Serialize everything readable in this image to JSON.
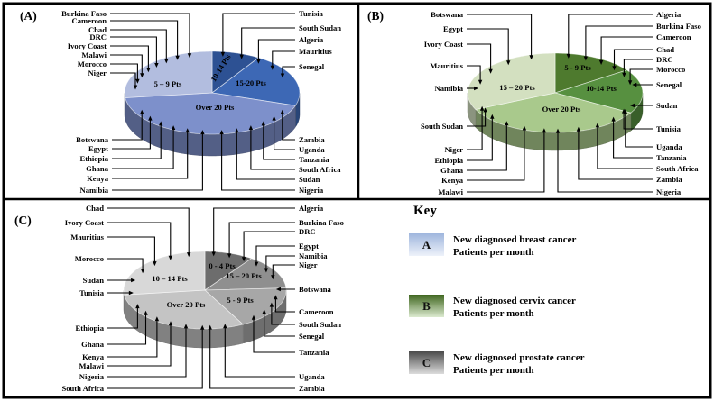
{
  "figure": {
    "panels": [
      {
        "tag": "(A)",
        "slices": [
          {
            "label": "10-14 Pts",
            "percent": 8.9,
            "color": "#2d5193"
          },
          {
            "label": "15-20 Pts",
            "percent": 21.1,
            "color": "#3d68b5"
          },
          {
            "label": "Over 20 Pts",
            "percent": 43.1,
            "color": "#7d90cb"
          },
          {
            "label": "5 – 9 Pts",
            "percent": 26.9,
            "color": "#b2bddf"
          }
        ],
        "groups": [
          {
            "labels": [
              "Burkina Faso",
              "Cameroon",
              "Chad",
              "DRC",
              "Ivory Coast",
              "Malawi",
              "Morocco",
              "Niger"
            ]
          },
          {
            "labels": [
              "Tunisia",
              "South Sudan",
              "Algeria",
              "Mauritius",
              "Senegal"
            ]
          },
          {
            "labels": [
              "Botswana",
              "Egypt",
              "Ethiopia",
              "Ghana",
              "Kenya",
              "Namibia"
            ]
          },
          {
            "labels": [
              "Zambia",
              "Uganda",
              "Tanzania",
              "South Africa",
              "Sudan",
              "Nigeria"
            ]
          }
        ]
      },
      {
        "tag": "(B)",
        "slices": [
          {
            "label": "5 - 9 Pts",
            "percent": 15.3,
            "color": "#4e7a2e"
          },
          {
            "label": "10-14 Pts",
            "percent": 18.1,
            "color": "#579040"
          },
          {
            "label": "Over 20 Pts",
            "percent": 34.7,
            "color": "#a9c98c"
          },
          {
            "label": "15 – 20 Pts",
            "percent": 31.9,
            "color": "#d3e0c0"
          }
        ],
        "groups": [
          {
            "labels": [
              "Botswana",
              "Egypt",
              "Ivory Coast",
              "Mauritius",
              "Namibia",
              "South Sudan"
            ]
          },
          {
            "labels": [
              "Algeria",
              "Burkina Faso",
              "Cameroon",
              "Chad",
              "DRC",
              "Morocco",
              "Senegal",
              "Sudan",
              "Tunisia"
            ]
          },
          {
            "labels": [
              "Niger",
              "Ethiopia",
              "Ghana",
              "Kenya",
              "Malawi"
            ]
          },
          {
            "labels": [
              "Uganda",
              "Tanzania",
              "South Africa",
              "Zambia",
              "Nigeria"
            ]
          }
        ]
      },
      {
        "tag": "(C)",
        "slices": [
          {
            "label": "0 - 4 Pts",
            "percent": 9.7,
            "color": "#6d6d6d"
          },
          {
            "label": "15 – 20 Pts",
            "percent": 14.4,
            "color": "#8f8f8f"
          },
          {
            "label": "5 - 9 Pts",
            "percent": 18.1,
            "color": "#a7a7a7"
          },
          {
            "label": "Over 20 Pts",
            "percent": 30.8,
            "color": "#c4c4c4"
          },
          {
            "label": "10 – 14 Pts",
            "percent": 26.9,
            "color": "#d8d8d8"
          }
        ],
        "groups": [
          {
            "labels": [
              "Chad",
              "Ivory Coast",
              "Mauritius",
              "Morocco",
              "Sudan",
              "Tunisia"
            ]
          },
          {
            "labels": [
              "Algeria",
              "Burkina Faso",
              "DRC",
              "Egypt",
              "Namibia",
              "Niger",
              "Botswana",
              "Cameroon",
              "South Sudan",
              "Senegal",
              "Tanzania"
            ]
          },
          {
            "labels": [
              "Ethiopia",
              "Ghana",
              "Kenya",
              "Malawi",
              "Nigeria",
              "South Africa"
            ]
          },
          {
            "labels": [
              "Uganda",
              "Zambia"
            ]
          }
        ]
      }
    ],
    "key": {
      "title": "Key",
      "items": [
        {
          "letter": "A",
          "line1": "New diagnosed breast cancer",
          "line2": "Patients per month",
          "color_top": "#9fb6dd",
          "color_bottom": "#eef2fa"
        },
        {
          "letter": "B",
          "line1": "New diagnosed cervix cancer",
          "line2": "Patients per month",
          "color_top": "#3f661f",
          "color_bottom": "#dcead0"
        },
        {
          "letter": "C",
          "line1": "New diagnosed prostate cancer",
          "line2": "Patients per month",
          "color_top": "#4a4a4a",
          "color_bottom": "#dcdcdc"
        }
      ]
    }
  },
  "chart_data": [
    {
      "type": "pie",
      "id": "A",
      "title": "New diagnosed breast cancer Patients per month",
      "slices": [
        {
          "label": "10-14 Pts",
          "percent": 8.9,
          "countries": [
            "Tunisia",
            "South Sudan"
          ]
        },
        {
          "label": "15-20 Pts",
          "percent": 21.1,
          "countries": [
            "Algeria",
            "Mauritius",
            "Senegal"
          ]
        },
        {
          "label": "Over 20 Pts",
          "percent": 43.1,
          "countries": [
            "Botswana",
            "Egypt",
            "Ethiopia",
            "Ghana",
            "Kenya",
            "Namibia",
            "Zambia",
            "Uganda",
            "Tanzania",
            "South Africa",
            "Sudan",
            "Nigeria"
          ]
        },
        {
          "label": "5 – 9 Pts",
          "percent": 26.9,
          "countries": [
            "Burkina Faso",
            "Cameroon",
            "Chad",
            "DRC",
            "Ivory Coast",
            "Malawi",
            "Morocco",
            "Niger"
          ]
        }
      ]
    },
    {
      "type": "pie",
      "id": "B",
      "title": "New diagnosed cervix cancer Patients per month",
      "slices": [
        {
          "label": "5 - 9 Pts",
          "percent": 15.3,
          "countries": [
            "Algeria",
            "Burkina Faso",
            "Cameroon",
            "Chad"
          ]
        },
        {
          "label": "10-14 Pts",
          "percent": 18.1,
          "countries": [
            "DRC",
            "Morocco",
            "Senegal",
            "Sudan",
            "Tunisia"
          ]
        },
        {
          "label": "Over 20 Pts",
          "percent": 34.7,
          "countries": [
            "Niger",
            "Ethiopia",
            "Ghana",
            "Kenya",
            "Malawi",
            "Uganda",
            "Tanzania",
            "South Africa",
            "Zambia",
            "Nigeria"
          ]
        },
        {
          "label": "15 – 20 Pts",
          "percent": 31.9,
          "countries": [
            "Botswana",
            "Egypt",
            "Ivory Coast",
            "Mauritius",
            "Namibia",
            "South Sudan"
          ]
        }
      ]
    },
    {
      "type": "pie",
      "id": "C",
      "title": "New diagnosed prostate cancer Patients per month",
      "slices": [
        {
          "label": "0 - 4 Pts",
          "percent": 9.7,
          "countries": [
            "Algeria",
            "Burkina Faso",
            "DRC"
          ]
        },
        {
          "label": "15 – 20 Pts",
          "percent": 14.4,
          "countries": [
            "Egypt",
            "Namibia",
            "Niger",
            "Botswana"
          ]
        },
        {
          "label": "5 - 9 Pts",
          "percent": 18.1,
          "countries": [
            "Cameroon",
            "South Sudan",
            "Senegal",
            "Tanzania"
          ]
        },
        {
          "label": "Over 20 Pts",
          "percent": 30.8,
          "countries": [
            "Ethiopia",
            "Ghana",
            "Kenya",
            "Malawi",
            "Nigeria",
            "South Africa",
            "Uganda",
            "Zambia"
          ]
        },
        {
          "label": "10 – 14 Pts",
          "percent": 26.9,
          "countries": [
            "Chad",
            "Ivory Coast",
            "Mauritius",
            "Morocco",
            "Sudan",
            "Tunisia"
          ]
        }
      ]
    }
  ]
}
